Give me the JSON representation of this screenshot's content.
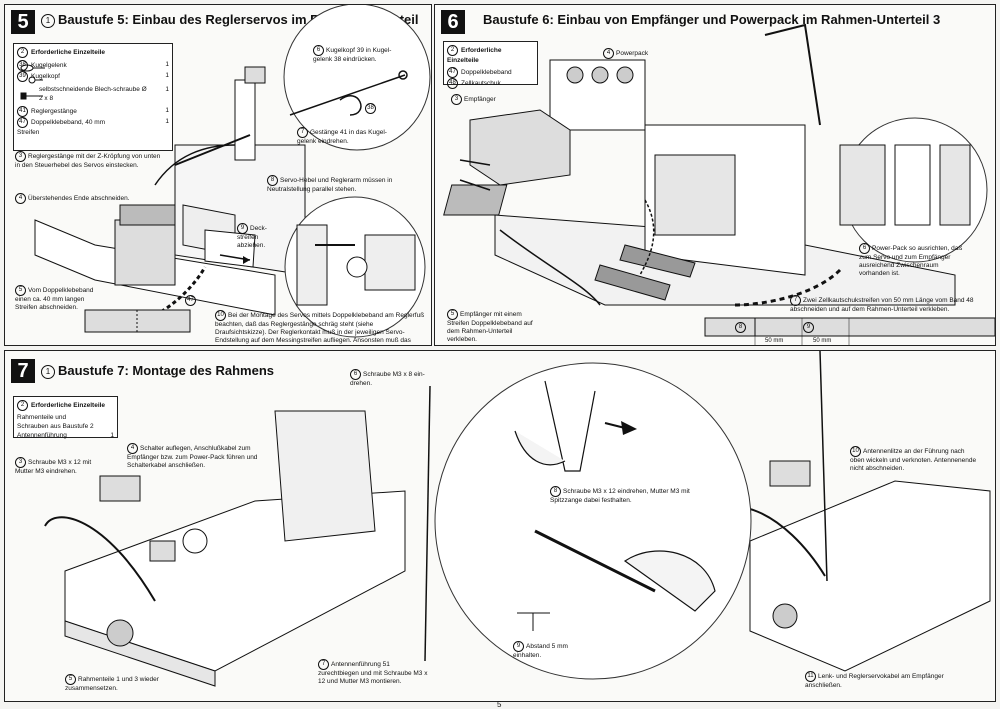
{
  "step5": {
    "number": "5",
    "title": "Baustufe 5: Einbau des Reglerservos im Rahmen-Unterteil",
    "title_idx": "1",
    "parts_head": "Erforderliche Einzelteile",
    "parts_head_idx": "2",
    "parts": [
      {
        "idx": "38",
        "name": "Kugelgelenk",
        "qty": "1"
      },
      {
        "idx": "39",
        "name": "Kugelkopf",
        "qty": "1"
      },
      {
        "idx": "",
        "name": "selbstschneidende Blech-schraube Ø 2 x 8",
        "qty": "1"
      },
      {
        "idx": "41",
        "name": "Reglergestänge",
        "qty": "1"
      },
      {
        "idx": "47",
        "name": "Doppelklebeband, 40 mm Streifen",
        "qty": "1"
      }
    ],
    "notes": [
      {
        "idx": "3",
        "text": "Reglergestänge mit der Z-Kröpfung von unten in den Steuerhebel des Servos einstecken."
      },
      {
        "idx": "4",
        "text": "Überstehendes Ende abschneiden."
      },
      {
        "idx": "5",
        "text": "Vom Doppelklebeband einen ca. 40 mm langen Streifen abschneiden."
      },
      {
        "idx": "6",
        "text": "Kugelkopf 39 in Kugel-gelenk 38 eindrücken."
      },
      {
        "idx": "7",
        "text": "Gestänge 41 in das Kugel-gelenk eindrehen."
      },
      {
        "idx": "8",
        "text": "Servo-Hebel und Reglerarm müssen in Neutralstellung parallel stehen."
      },
      {
        "idx": "9",
        "text": "Deck-streifen abziehen."
      },
      {
        "idx": "10",
        "text": "Bei der Montage des Servos mittels Doppelklebeband am Reglerfuß beachten, daß das Reglergestänge schräg steht (siehe Draufsichtskizze). Der Reglerkontakt muß in der jeweiligen Servo-Endstellung auf dem Messingstreifen aufliegen. Ansonsten muß das Reglergestänge am Servo weiter außen bzw. am Reglerarm weiter innen eingehängt werden."
      }
    ],
    "labels": [
      "38",
      "47"
    ]
  },
  "step6": {
    "number": "6",
    "title": "Baustufe 6: Einbau von Empfänger und Powerpack im Rahmen-Unterteil 3",
    "parts_head": "Erforderliche Einzelteile",
    "parts_head_idx": "2",
    "parts": [
      {
        "idx": "47",
        "name": "Doppelklebeband"
      },
      {
        "idx": "48",
        "name": "Zellkautschuk"
      }
    ],
    "notes": [
      {
        "idx": "3",
        "text": "Empfänger"
      },
      {
        "idx": "4",
        "text": "Powerpack"
      },
      {
        "idx": "5",
        "text": "Empfänger mit einem Streifen Doppelklebeband auf dem Rahmen-Unterteil verkleben."
      },
      {
        "idx": "6",
        "text": "Power-Pack so ausrichten, daß zum Servo und zum Empfänger ausreichend Zwischenraum vorhanden ist."
      },
      {
        "idx": "7",
        "text": "Zwei Zellkautschukstreifen von 50 mm Länge vom Band 48 abschneiden und auf dem Rahmen-Unterteil verkleben."
      }
    ],
    "strip_labels": [
      "8",
      "9"
    ],
    "dims": [
      "50 mm",
      "50 mm"
    ]
  },
  "step7": {
    "number": "7",
    "title": "Baustufe 7: Montage des Rahmens",
    "title_idx": "1",
    "parts_head": "Erforderliche Einzelteile",
    "parts_head_idx": "2",
    "parts_lines": [
      "Rahmenteile und",
      "Schrauben aus Baustufe 2"
    ],
    "parts_row": {
      "name": "Antennenführung",
      "qty": "1"
    },
    "notes": [
      {
        "idx": "3",
        "text": "Schraube M3 x 12 mit Mutter M3 eindrehen."
      },
      {
        "idx": "4",
        "text": "Schalter auflegen, Anschlußkabel zum Empfänger bzw. zum Power-Pack führen und Schalterkabel anschließen."
      },
      {
        "idx": "5",
        "text": "Rahmenteile 1 und 3 wieder zusammensetzen."
      },
      {
        "idx": "6",
        "text": "Schraube M3 x 8 ein-drehen."
      },
      {
        "idx": "7",
        "text": "Antennenführung 51 zurechtbiegen und mit Schraube M3 x 12 und Mutter M3 montieren."
      },
      {
        "idx": "8",
        "text": "Schraube M3 x 12 eindrehen, Mutter M3 mit Spitzzange dabei festhalten."
      },
      {
        "idx": "9",
        "text": "Abstand 5 mm einhalten."
      },
      {
        "idx": "10",
        "text": "Antennenlitze an der Führung nach oben wickeln und verknoten. Antennenende nicht abschneiden."
      },
      {
        "idx": "11",
        "text": "Lenk- und Reglerservokabel am Empfänger anschließen."
      }
    ]
  },
  "page_number": "5",
  "colors": {
    "ink": "#111111",
    "paper": "#fafaf8",
    "background": "#f4f4f2"
  }
}
